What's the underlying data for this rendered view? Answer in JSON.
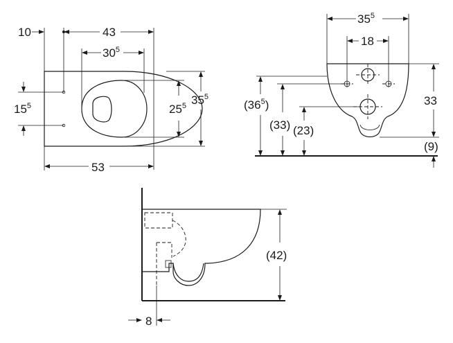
{
  "top_view": {
    "dims": {
      "d10": {
        "base": "10",
        "sup": ""
      },
      "d43": {
        "base": "43",
        "sup": ""
      },
      "d30_5": {
        "base": "30",
        "sup": "5"
      },
      "d15_5": {
        "base": "15",
        "sup": "5"
      },
      "d25_5": {
        "base": "25",
        "sup": "5"
      },
      "d35_5": {
        "base": "35",
        "sup": "5"
      },
      "d53": {
        "base": "53",
        "sup": ""
      }
    }
  },
  "front_view": {
    "dims": {
      "d35_5": {
        "base": "35",
        "sup": "5"
      },
      "d18": {
        "base": "18",
        "sup": ""
      },
      "d36_5": {
        "base": "(36",
        "sup": "5",
        "tail": ")"
      },
      "d33_inner": {
        "base": "(33)",
        "sup": ""
      },
      "d23": {
        "base": "(23)",
        "sup": ""
      },
      "d33": {
        "base": "33",
        "sup": ""
      },
      "d9": {
        "base": "(9)",
        "sup": ""
      }
    }
  },
  "side_view": {
    "dims": {
      "d42": {
        "base": "(42)",
        "sup": ""
      },
      "d8": {
        "base": "8",
        "sup": ""
      }
    }
  }
}
